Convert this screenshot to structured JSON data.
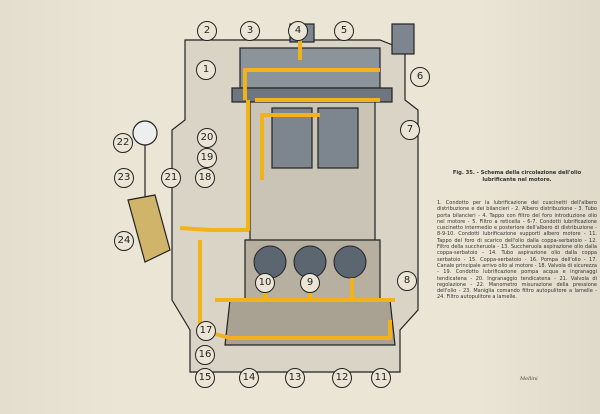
{
  "figure": {
    "title": "Fig. 35. - Schema della circolazione dell'olio lubrificante nel motore.",
    "legend": "1. Condotto per la lubrificazione dei cuscinetti dell'albero distribuzione e dei bilancieri - 2. Albero distribuzione - 3. Tubo porta bilancieri - 4. Tappo con filtro del foro introduzione olio nel motore - 5. Filtro a reticella - 6-7. Condotti lubrificazione cuscinetto intermedio e posteriore dell'albero di distribuzione - 8-9-10. Condotti lubrificazione supporti albero motore - 11. Tappo del foro di scarico dell'olio dalla coppa-serbatoio - 12. Filtro della succheruola - 13. Succheruola aspirazione olio dalla coppa-serbatoio - 14. Tubo aspirazione olio dalla coppa serbatoio - 15. Coppa-serbatoio - 16. Pompa dell'olio - 17. Canale principale arrivo olio al motore - 18. Valvola di sicurezza - 19. Condotto lubrificazione pompa acqua e ingranaggi tendicatena - 20. Ingranaggio tendicatena - 21. Valvola di regolazione - 22. Manometro misurazione della pressione dell'olio - 23. Maniglia comando filtro autopulitore a lamelle - 24. Filtro autopulitore a lamelle.",
    "signature": "Mellini"
  },
  "callouts": [
    "1",
    "2",
    "3",
    "4",
    "5",
    "6",
    "7",
    "8",
    "9",
    "10",
    "11",
    "12",
    "13",
    "14",
    "15",
    "16",
    "17",
    "18",
    "19",
    "20",
    "21",
    "22",
    "23",
    "24"
  ],
  "colors": {
    "paper": "#ebe5d5",
    "oil": "#f2b31a",
    "ink": "#222222",
    "steel": "#5c6670"
  }
}
